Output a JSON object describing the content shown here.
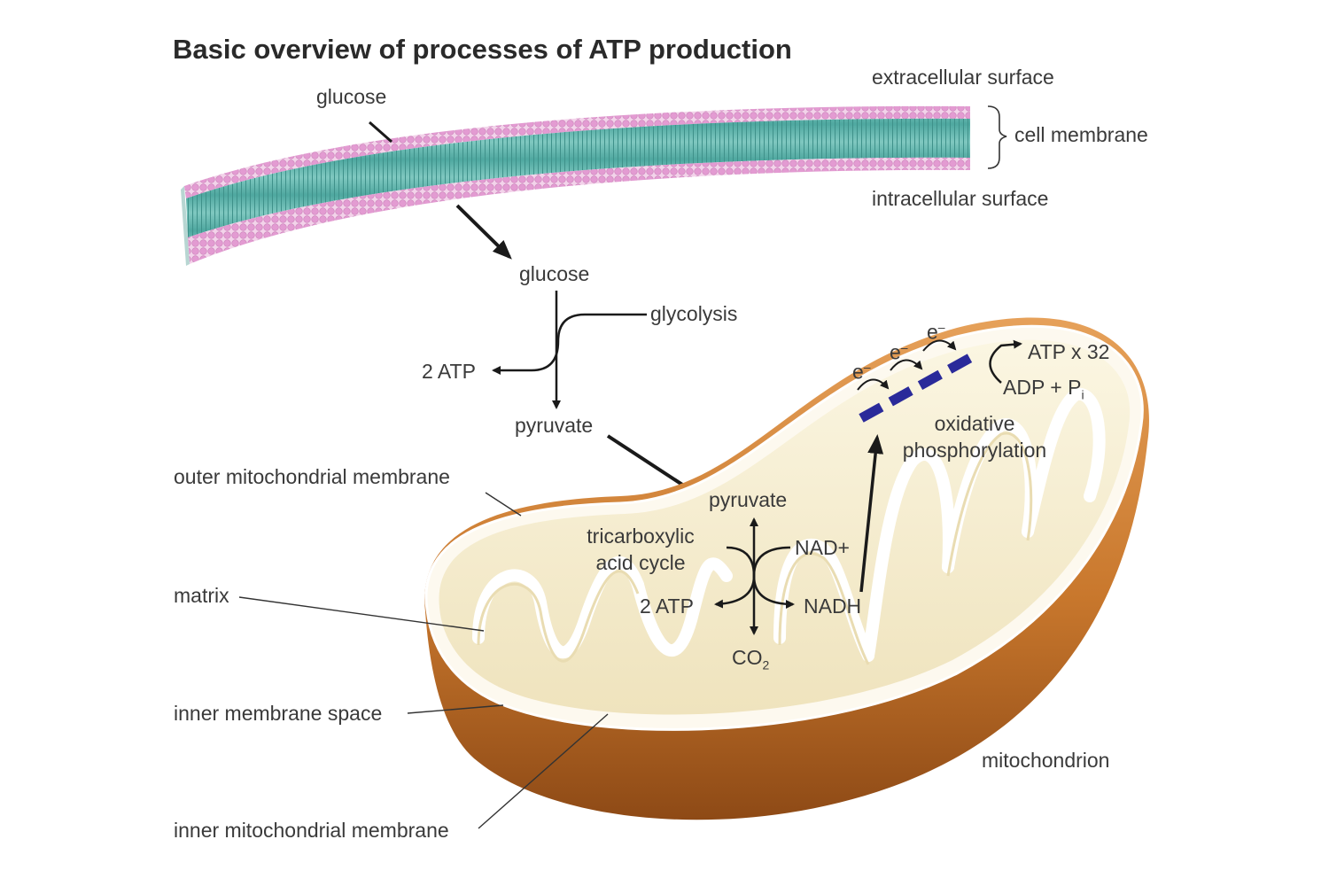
{
  "title": "Basic overview of processes of ATP production",
  "labels": {
    "glucose_top": "glucose",
    "extracellular": "extracellular surface",
    "cell_membrane": "cell membrane",
    "intracellular": "intracellular surface",
    "glucose_mid": "glucose",
    "glycolysis": "glycolysis",
    "two_atp_glycolysis": "2 ATP",
    "pyruvate_mid": "pyruvate",
    "outer_membrane": "outer mitochondrial membrane",
    "matrix": "matrix",
    "inner_membrane_space": "inner membrane space",
    "inner_membrane": "inner mitochondrial membrane",
    "mitochondrion": "mitochondrion",
    "pyruvate_tca": "pyruvate",
    "tca_line1": "tricarboxylic",
    "tca_line2": "acid cycle",
    "nad_plus": "NAD+",
    "nadh": "NADH",
    "two_atp_tca": "2 ATP",
    "co2_main": "CO",
    "co2_sub": "2",
    "oxphos_line1": "oxidative",
    "oxphos_line2": "phosphorylation",
    "atp_x32": "ATP x 32",
    "adp_main": "ADP + P",
    "adp_sub": "i",
    "electron": "e",
    "electron_sup": "–"
  },
  "colors": {
    "membrane_head": "#e8a8d8",
    "membrane_tail": "#5fb8b0",
    "mito_outer": "#c8782a",
    "mito_inner": "#f5ecd0",
    "etc_blue": "#2a2a9a",
    "arrow": "#1a1a1a"
  }
}
